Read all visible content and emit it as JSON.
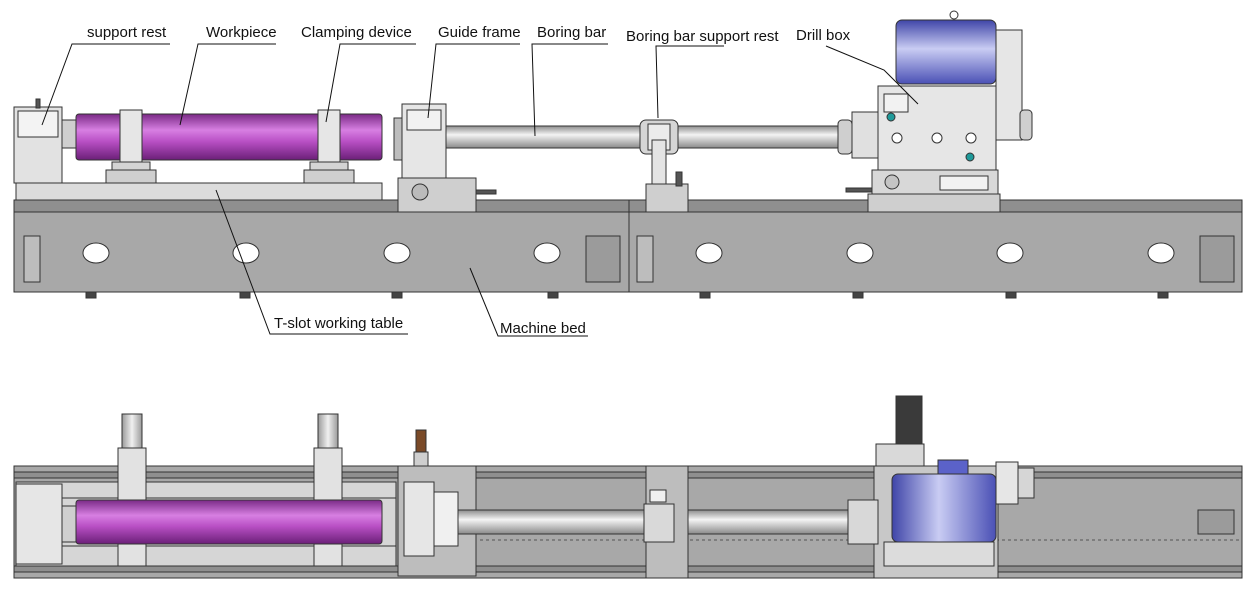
{
  "labels": {
    "support_rest": "support rest",
    "workpiece": "Workpiece",
    "clamping_device": "Clamping device",
    "guide_frame": "Guide frame",
    "boring_bar": "Boring bar",
    "boring_bar_support_rest": "Boring bar support rest",
    "drill_box": "Drill box",
    "t_slot_table": "T-slot working table",
    "machine_bed": "Machine bed"
  },
  "colors": {
    "workpiece": "#b84fc4",
    "workpiece_light": "#e3a6eb",
    "motor": "#5b62c9",
    "motor_light": "#b3b7ee",
    "metal": "#d9d9d9",
    "bed": "#a9a9a9",
    "outline": "#333333"
  }
}
